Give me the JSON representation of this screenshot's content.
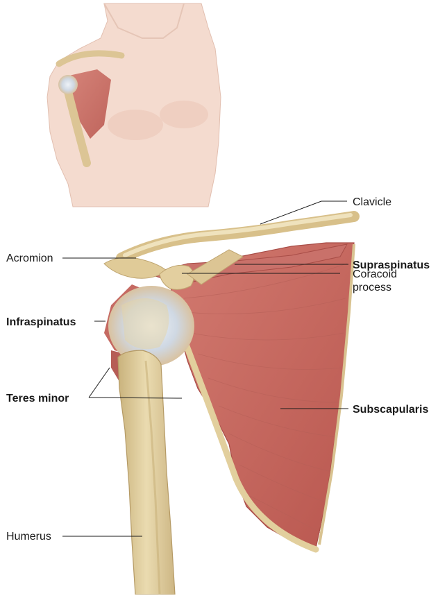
{
  "figure": {
    "labels": {
      "clavicle": "Clavicle",
      "acromion": "Acromion",
      "supraspinatus": "Supraspinatus",
      "coracoid_line1": "Coracoid",
      "coracoid_line2": "process",
      "infraspinatus": "Infraspinatus",
      "teres_minor": "Teres minor",
      "subscapularis": "Subscapularis",
      "humerus": "Humerus"
    },
    "colors": {
      "bone": "#e6d4a4",
      "bone_shadow": "#c4ad78",
      "muscle": "#c56a62",
      "muscle_dark": "#a84d47",
      "tendon": "#d6dde6",
      "skin": "#f3d9cc",
      "leader_line": "#1a1a1a"
    }
  }
}
